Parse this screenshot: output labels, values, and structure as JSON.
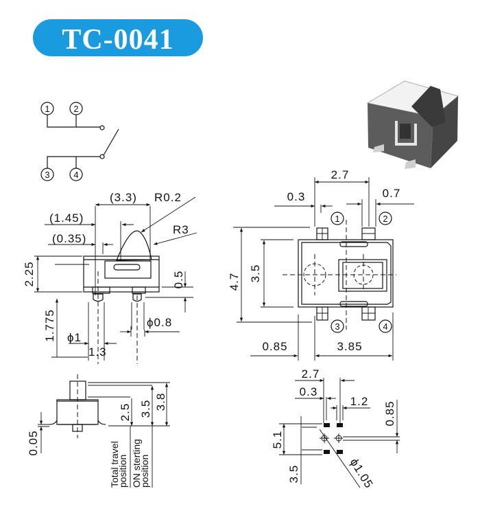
{
  "title": "TC-0041",
  "colors": {
    "badge": "#1a9be0",
    "line": "#111111"
  },
  "schematic": {
    "pins": [
      "1",
      "2",
      "3",
      "4"
    ]
  },
  "side_view": {
    "dims": {
      "d33": "(3.3)",
      "r02": "R0.2",
      "d145": "(1.45)",
      "r3": "R3",
      "d035": "(0.35)",
      "d225": "2.25",
      "d05": "0.5",
      "d1775": "1.775",
      "phi08": "ϕ0.8",
      "phi1": "ϕ1",
      "d13": "1.3"
    }
  },
  "front_view": {
    "dims": {
      "d25": "2.5",
      "d35": "3.5",
      "d38": "3.8",
      "d005": "0.05"
    },
    "labels": {
      "total_travel_1": "Total travel",
      "total_travel_2": "position",
      "on_start_1": "ON sterting",
      "on_start_2": "position"
    }
  },
  "top_view": {
    "pins": [
      "1",
      "2",
      "3",
      "4"
    ],
    "dims": {
      "d27": "2.7",
      "d03": "0.3",
      "d07": "0.7",
      "d47": "4.7",
      "d35": "3.5",
      "d085": "0.85",
      "d385": "3.85"
    }
  },
  "footprint": {
    "dims": {
      "d27": "2.7",
      "d03": "0.3",
      "d12": "1.2",
      "d085": "0.85",
      "d51": "5.1",
      "d35": "3.5",
      "phi105": "ϕ1.05"
    }
  }
}
